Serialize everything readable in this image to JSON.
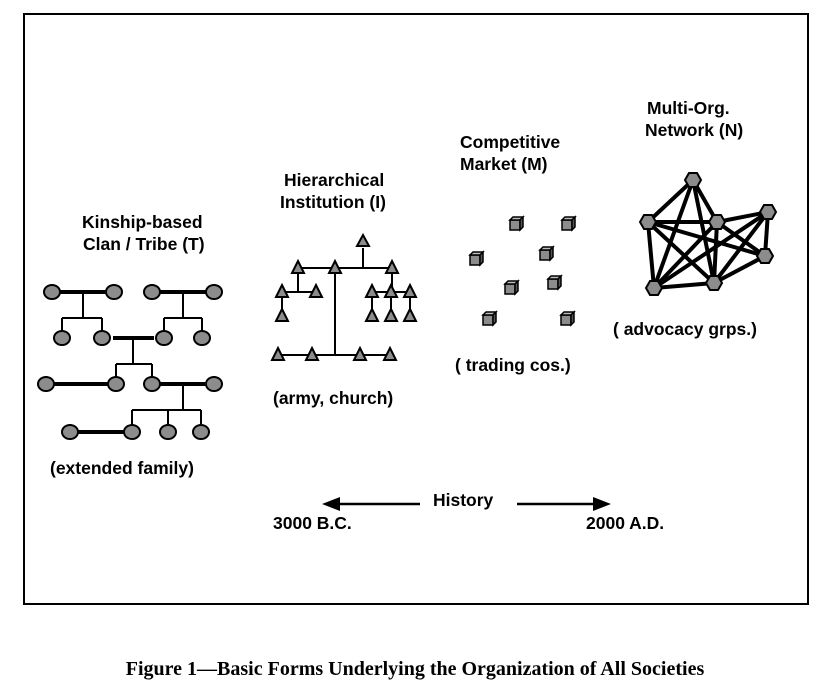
{
  "forms": {
    "tribe": {
      "title_line1": "Kinship-based",
      "title_line2": "Clan / Tribe (T)",
      "example": "(extended family)"
    },
    "institution": {
      "title_line1": "Hierarchical",
      "title_line2": "Institution (I)",
      "example": "(army, church)"
    },
    "market": {
      "title_line1": "Competitive",
      "title_line2": "Market (M)",
      "example": "( trading cos.)"
    },
    "network": {
      "title_line1": "Multi-Org.",
      "title_line2": "Network (N)",
      "example": "( advocacy grps.)"
    }
  },
  "timeline": {
    "label": "History",
    "start": "3000 B.C.",
    "end": "2000 A.D."
  },
  "caption": "Figure 1—Basic Forms Underlying the Organization of All Societies"
}
